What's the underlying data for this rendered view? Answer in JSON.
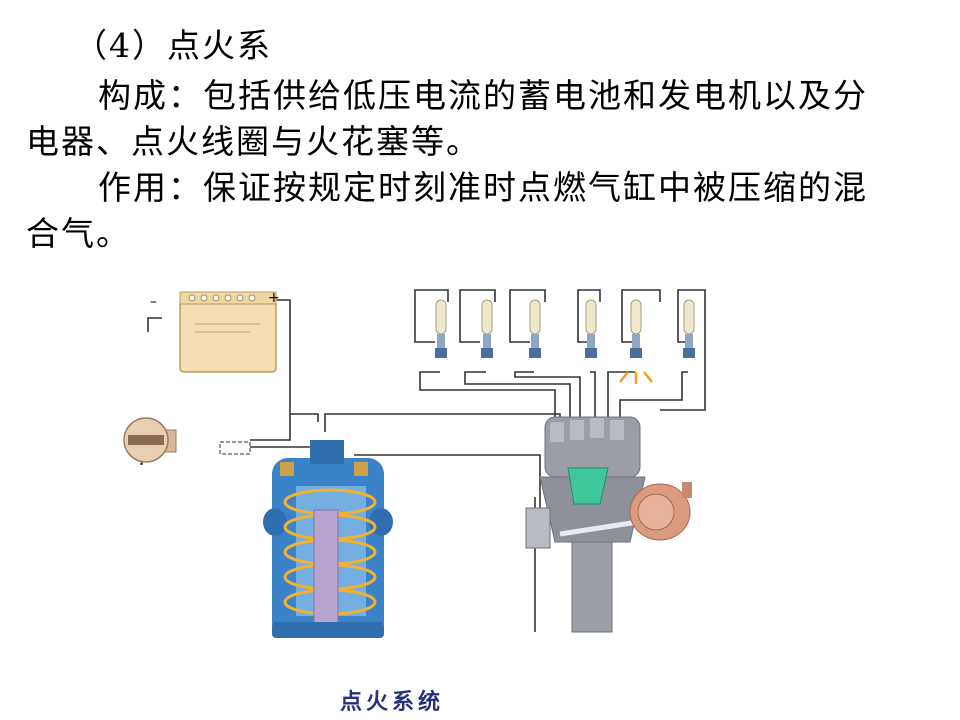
{
  "text": {
    "heading": "（4）点火系",
    "composition_line1": "构成：包括供给低压电流的蓄电池和发电机以及分",
    "composition_line2": "电器、点火线圈与火花塞等。",
    "function_line1": "作用：保证按规定时刻准时点燃气缸中被压缩的混",
    "function_line2": "合气。"
  },
  "figure": {
    "caption": "点火系统",
    "battery_minus": "–",
    "battery_plus": "+",
    "spark_plug_count": 6,
    "firing_plug_index": 5
  },
  "colors": {
    "wire": "#333333",
    "battery": "#f3dfb2",
    "coil": "#3b83c8",
    "coil_winding": "#f0b030",
    "core": "#b7a3d0",
    "distributor": "#9b9ea6",
    "rotor": "#3fc89b",
    "advance_unit": "#d99a7e",
    "spark": "#f6a11f",
    "plug_insulator": "#efe8cf",
    "caption": "#2a2f7a"
  }
}
